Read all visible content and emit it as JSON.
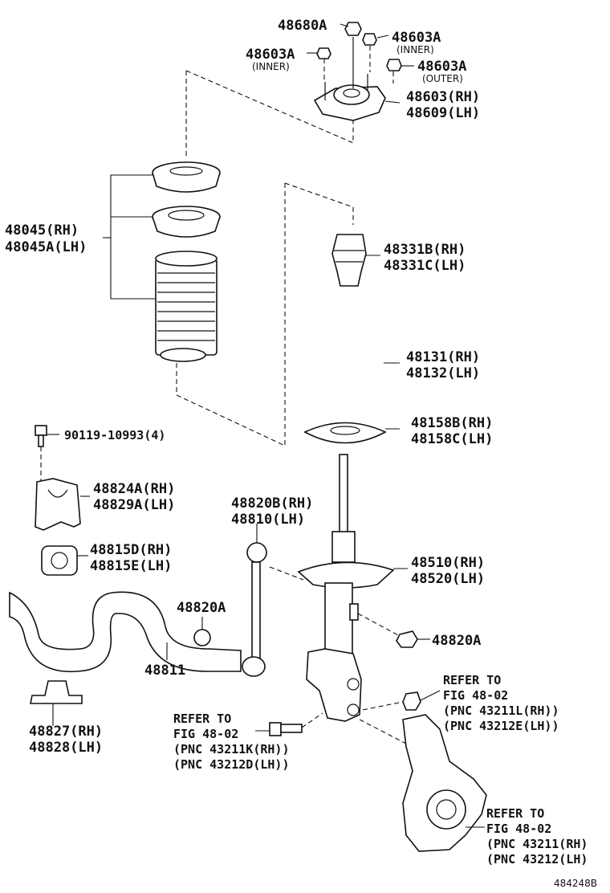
{
  "labels": {
    "p48680A": "48680A",
    "p48603A_top_inner": "48603A",
    "inner_top": "(INNER)",
    "p48603A_left": "48603A",
    "inner_left": "(INNER)",
    "p48603A_outer": "48603A",
    "outer": "(OUTER)",
    "p48603_rh": "48603(RH)",
    "p48609_lh": "48609(LH)",
    "p48045_rh": "48045(RH)",
    "p48045A_lh": "48045A(LH)",
    "p48331B_rh": "48331B(RH)",
    "p48331C_lh": "48331C(LH)",
    "p48131_rh": "48131(RH)",
    "p48132_lh": "48132(LH)",
    "p48158B_rh": "48158B(RH)",
    "p48158C_lh": "48158C(LH)",
    "bolt_90119": "90119-10993(4)",
    "p48824A_rh": "48824A(RH)",
    "p48829A_lh": "48829A(LH)",
    "p48820B_rh": "48820B(RH)",
    "p48810_lh": "48810(LH)",
    "p48815D_rh": "48815D(RH)",
    "p48815E_lh": "48815E(LH)",
    "p48510_rh": "48510(RH)",
    "p48520_lh": "48520(LH)",
    "p48820A_left": "48820A",
    "p48820A_right": "48820A",
    "p48811": "48811",
    "ref1_line1": "REFER TO",
    "ref1_line2": "FIG 48-02",
    "ref1_line3": "(PNC 43211L(RH))",
    "ref1_line4": "(PNC 43212E(LH))",
    "p48827_rh": "48827(RH)",
    "p48828_lh": "48828(LH)",
    "ref2_line1": "REFER TO",
    "ref2_line2": "FIG 48-02",
    "ref2_line3": "(PNC 43211K(RH))",
    "ref2_line4": "(PNC 43212D(LH))",
    "ref3_line1": "REFER TO",
    "ref3_line2": "FIG 48-02",
    "ref3_line3": "(PNC 43211(RH)",
    "ref3_line4": "(PNC 43212(LH)",
    "figure_code": "484248B"
  }
}
